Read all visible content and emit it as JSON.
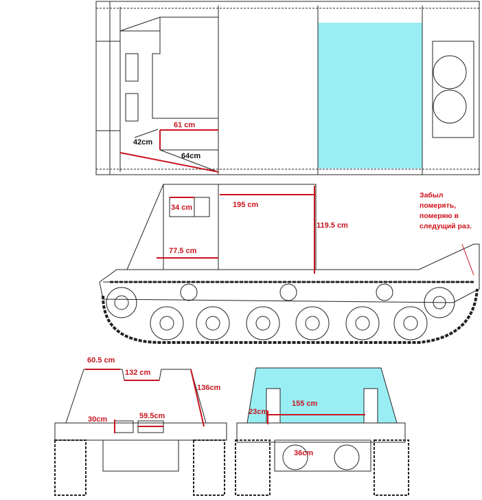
{
  "colors": {
    "measure": "#c8141e",
    "highlight": "#99eef4",
    "line": "#222222"
  },
  "top_view": {
    "labels": {
      "width_61": "61 cm",
      "depth_42": "42cm",
      "diag_64": "64cm"
    }
  },
  "side_view": {
    "labels": {
      "cab_34": "34 cm",
      "length_195": "195 cm",
      "height_119_5": "119.5 cm",
      "cab_77_5": "77.5 cm"
    },
    "note": [
      "Забыл",
      "померять,",
      "померяю в",
      "следущий раз."
    ]
  },
  "front_view": {
    "labels": {
      "top_60_5": "60.5 cm",
      "mid_132": "132 cm",
      "side_136": "136cm",
      "hatch_30": "30cm",
      "hatch_59_5": "59.5cm"
    }
  },
  "rear_view": {
    "labels": {
      "width_155": "155 cm",
      "h_23": "23cm",
      "circle_36": "36cm"
    }
  }
}
